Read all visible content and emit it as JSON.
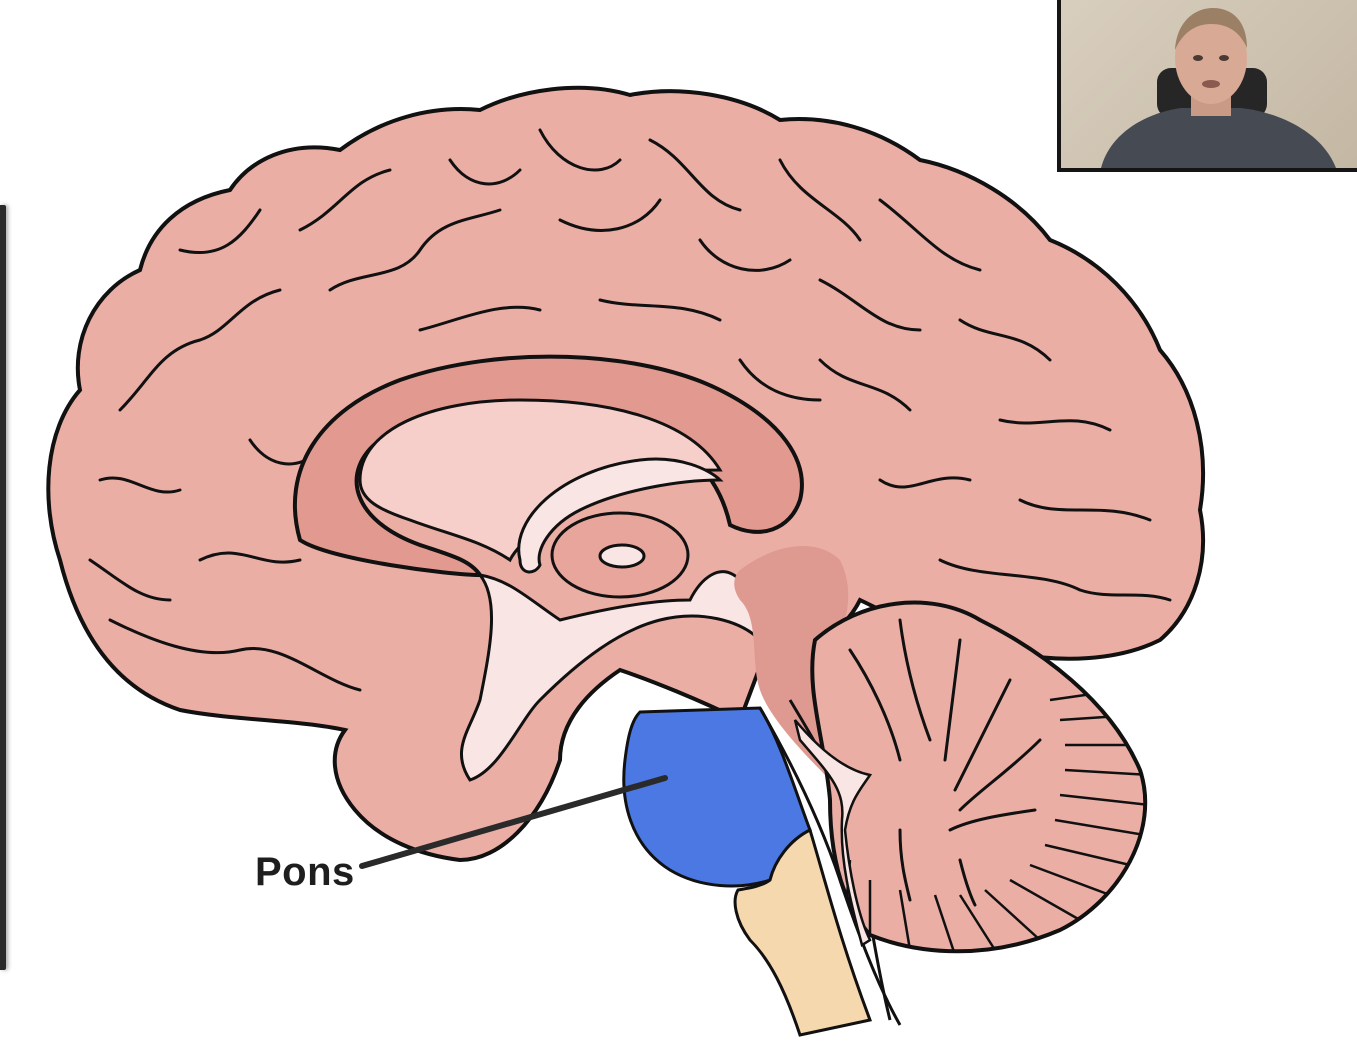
{
  "slide": {
    "topic": "Brain midsagittal section",
    "highlighted_structure": "Pons",
    "labels": [
      {
        "text": "Pons",
        "target": "pons"
      }
    ]
  },
  "diagram": {
    "structures": [
      "cerebrum",
      "corpus callosum",
      "fornix",
      "thalamus",
      "hypothalamus",
      "midbrain",
      "pons",
      "medulla oblongata",
      "cerebellum",
      "fourth ventricle"
    ],
    "colors": {
      "brain_tissue": "#EBAEA5",
      "corpus_callosum": "#E29A90",
      "inner_light": "#F6CFCB",
      "ventricle_white": "#F9E6E4",
      "pons_highlight": "#4B78E3",
      "medulla": "#F6D8AE",
      "outline": "#111111"
    }
  },
  "webcam": {
    "description": "Presenter webcam overlay",
    "background_color": "#D4C9B7",
    "shirt_color": "#454A53"
  }
}
